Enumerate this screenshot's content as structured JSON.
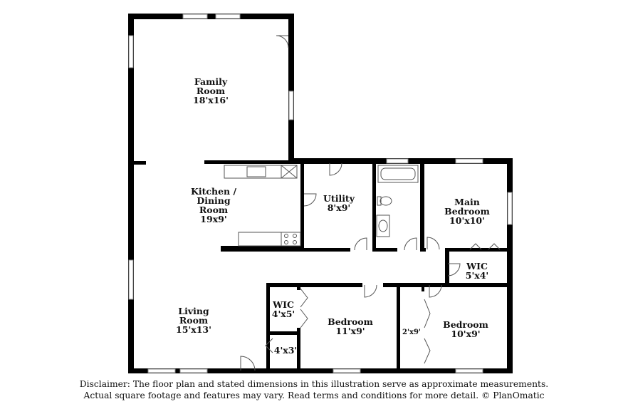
{
  "rooms": {
    "family_room": {
      "name_line1": "Family",
      "name_line2": "Room",
      "size": "18'x16'"
    },
    "kitchen_dining": {
      "name_line1": "Kitchen /",
      "name_line2": "Dining",
      "name_line3": "Room",
      "size": "19x9'"
    },
    "utility": {
      "name": "Utility",
      "size": "8'x9'"
    },
    "main_bedroom": {
      "name_line1": "Main",
      "name_line2": "Bedroom",
      "size": "10'x10'"
    },
    "wic_main": {
      "name": "WIC",
      "size": "5'x4'"
    },
    "living_room": {
      "name_line1": "Living",
      "name_line2": "Room",
      "size": "15'x13'"
    },
    "wic_bedroom": {
      "name": "WIC",
      "size": "4'x5'"
    },
    "bedroom_center": {
      "name": "Bedroom",
      "size": "11'x9'"
    },
    "closet_small": {
      "size": "4'x3'"
    },
    "closet_side": {
      "size": "2'x9'"
    },
    "bedroom_right": {
      "name": "Bedroom",
      "size": "10'x9'"
    }
  },
  "disclaimer": {
    "line1": "Disclaimer: The floor plan and stated dimensions in this illustration serve as approximate measurements.",
    "line2": "Actual square footage and features may vary. Read terms and conditions for more detail. © PlanOmatic"
  },
  "colors": {
    "wall": "#000000",
    "fixture": "#555555",
    "window": "#888888"
  }
}
